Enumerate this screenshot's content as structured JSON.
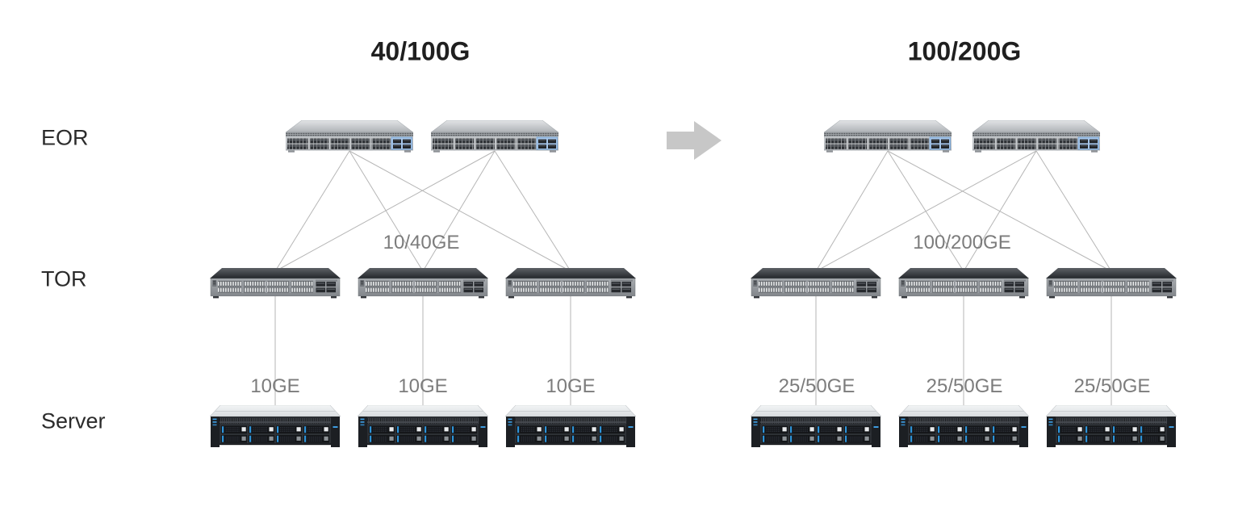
{
  "left": {
    "title": "40/100G",
    "uplink_label": "10/40GE",
    "server_link_labels": [
      "10GE",
      "10GE",
      "10GE"
    ],
    "device_counts": {
      "eor": 2,
      "tor": 3,
      "server": 3
    }
  },
  "right": {
    "title": "100/200G",
    "uplink_label": "100/200GE",
    "server_link_labels": [
      "25/50GE",
      "25/50GE",
      "25/50GE"
    ],
    "device_counts": {
      "eor": 2,
      "tor": 3,
      "server": 3
    }
  },
  "row_labels": {
    "eor": "EOR",
    "tor": "TOR",
    "server": "Server"
  },
  "icons": {
    "eor_switch": "eor-switch-icon",
    "tor_switch": "tor-switch-icon",
    "server": "server-icon",
    "transition": "right-arrow-icon"
  },
  "colors": {
    "title_text": "#1f1f1f",
    "row_label_text": "#2b2b2b",
    "link_label_text": "#7c7c7c",
    "connection_line": "#b6b6b6",
    "arrow": "#c7c7c7",
    "eor_uplink_port_highlight": "#a6c6ea",
    "server_drive_led": "#2e93d8"
  }
}
